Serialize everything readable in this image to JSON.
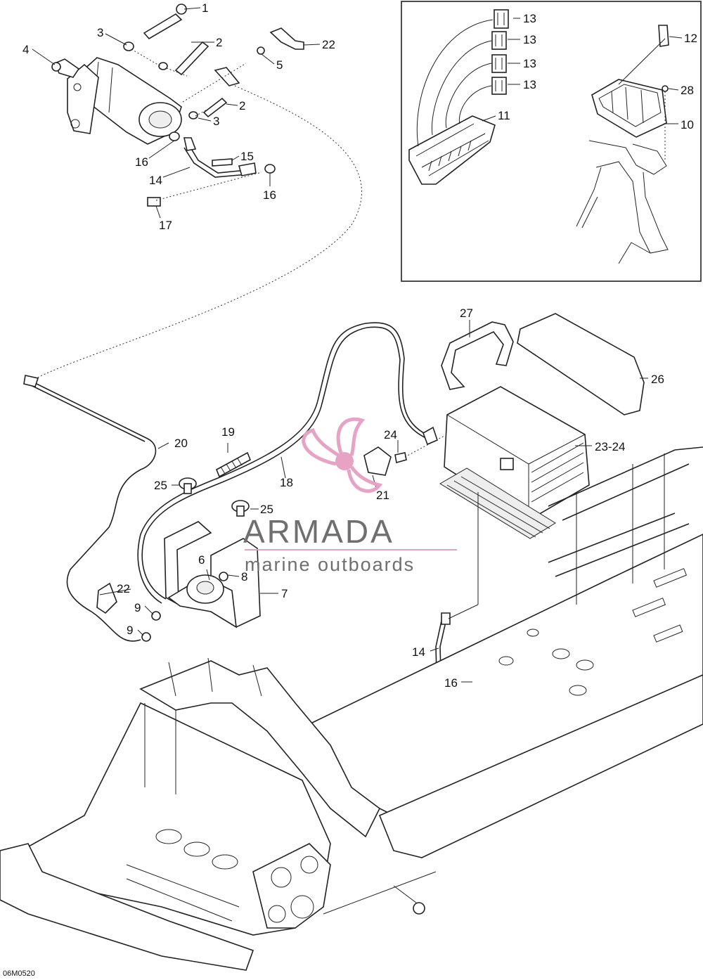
{
  "callouts": [
    {
      "id": "c1",
      "text": "1"
    },
    {
      "id": "c2a",
      "text": "2"
    },
    {
      "id": "c2b",
      "text": "2"
    },
    {
      "id": "c3a",
      "text": "3"
    },
    {
      "id": "c3b",
      "text": "3"
    },
    {
      "id": "c4",
      "text": "4"
    },
    {
      "id": "c5",
      "text": "5"
    },
    {
      "id": "c6",
      "text": "6"
    },
    {
      "id": "c7",
      "text": "7"
    },
    {
      "id": "c8",
      "text": "8"
    },
    {
      "id": "c9a",
      "text": "9"
    },
    {
      "id": "c9b",
      "text": "9"
    },
    {
      "id": "c10",
      "text": "10"
    },
    {
      "id": "c11",
      "text": "11"
    },
    {
      "id": "c12",
      "text": "12"
    },
    {
      "id": "c13a",
      "text": "13"
    },
    {
      "id": "c13b",
      "text": "13"
    },
    {
      "id": "c13c",
      "text": "13"
    },
    {
      "id": "c13d",
      "text": "13"
    },
    {
      "id": "c14a",
      "text": "14"
    },
    {
      "id": "c14b",
      "text": "14"
    },
    {
      "id": "c15",
      "text": "15"
    },
    {
      "id": "c16a",
      "text": "16"
    },
    {
      "id": "c16b",
      "text": "16"
    },
    {
      "id": "c16c",
      "text": "16"
    },
    {
      "id": "c17",
      "text": "17"
    },
    {
      "id": "c18",
      "text": "18"
    },
    {
      "id": "c19",
      "text": "19"
    },
    {
      "id": "c20",
      "text": "20"
    },
    {
      "id": "c21",
      "text": "21"
    },
    {
      "id": "c22a",
      "text": "22"
    },
    {
      "id": "c22b",
      "text": "22"
    },
    {
      "id": "c23",
      "text": "23-24"
    },
    {
      "id": "c24",
      "text": "24"
    },
    {
      "id": "c25a",
      "text": "25"
    },
    {
      "id": "c25b",
      "text": "25"
    },
    {
      "id": "c26",
      "text": "26"
    },
    {
      "id": "c27",
      "text": "27"
    },
    {
      "id": "c28",
      "text": "28"
    }
  ],
  "watermark": {
    "brand": "ARMADA",
    "tagline": "marine outboards",
    "color": "#e7a3c4"
  },
  "drawing_code": "06M0520"
}
